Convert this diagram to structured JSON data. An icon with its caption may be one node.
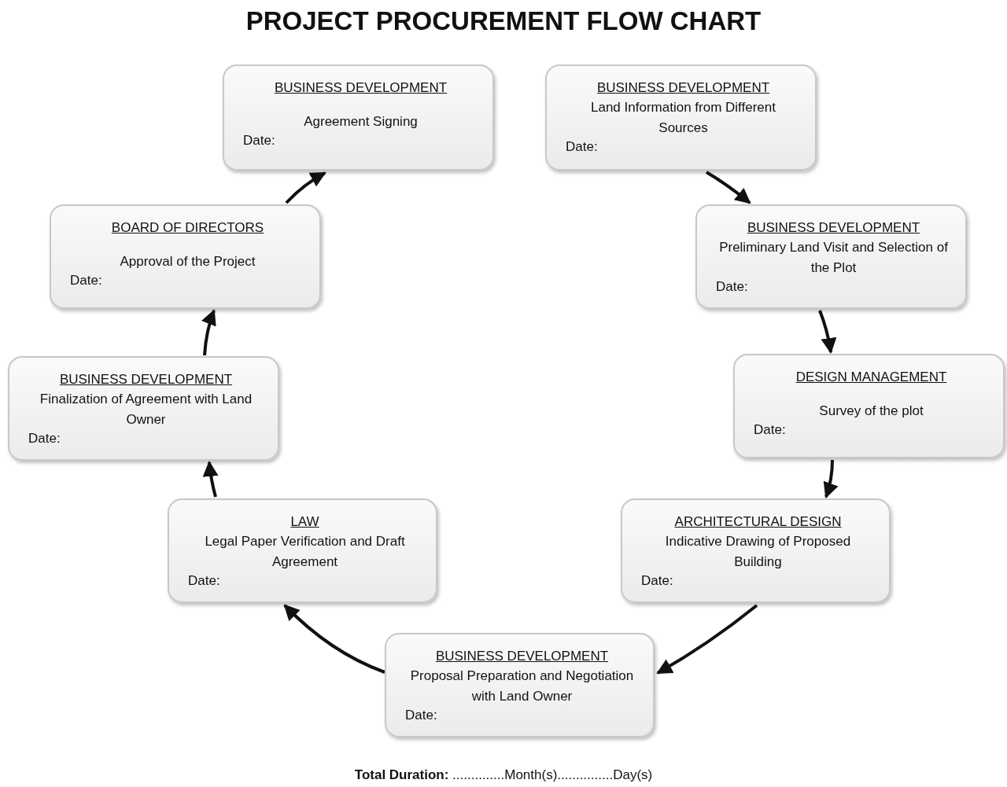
{
  "diagram": {
    "title": "PROJECT PROCUREMENT FLOW CHART",
    "nodes": [
      {
        "text": [
          "BUSINESS DEVELOPMENT",
          "Agreement Signing",
          "Date:"
        ]
      },
      {
        "text": [
          "BUSINESS DEVELOPMENT",
          "Land Information from Different Sources",
          "Date:"
        ]
      },
      {
        "text": [
          "BOARD OF DIRECTORS",
          "Approval of the Project",
          "Date:"
        ]
      },
      {
        "text": [
          "BUSINESS DEVELOPMENT",
          "Preliminary Land Visit and Selection of the Plot",
          "Date:"
        ]
      },
      {
        "text": [
          "BUSINESS DEVELOPMENT",
          "Finalization of Agreement with Land Owner",
          "Date:"
        ]
      },
      {
        "text": [
          "DESIGN MANAGEMENT",
          "Survey of the plot",
          "Date:"
        ]
      },
      {
        "text": [
          "LAW",
          "Legal Paper Verification and Draft Agreement",
          "Date:"
        ]
      },
      {
        "text": [
          "ARCHITECTURAL DESIGN",
          "Indicative Drawing of Proposed Building",
          "Date:"
        ]
      },
      {
        "text": [
          "BUSINESS DEVELOPMENT",
          "Proposal Preparation and Negotiation with Land Owner",
          "Date:"
        ]
      }
    ],
    "edges": [
      {
        "from": 1,
        "to": 3,
        "arrow": "to"
      },
      {
        "from": 3,
        "to": 5,
        "arrow": "to"
      },
      {
        "from": 5,
        "to": 7,
        "arrow": "to"
      },
      {
        "from": 7,
        "to": 8,
        "arrow": "to"
      },
      {
        "from": 8,
        "to": 6,
        "arrow": "to"
      },
      {
        "from": 6,
        "to": 4,
        "arrow": "to"
      },
      {
        "from": 4,
        "to": 2,
        "arrow": "to"
      },
      {
        "from": 2,
        "to": 0,
        "arrow": "to"
      }
    ],
    "caption": "**Total Duration:** ..............Month(s)...............Day(s)"
  }
}
